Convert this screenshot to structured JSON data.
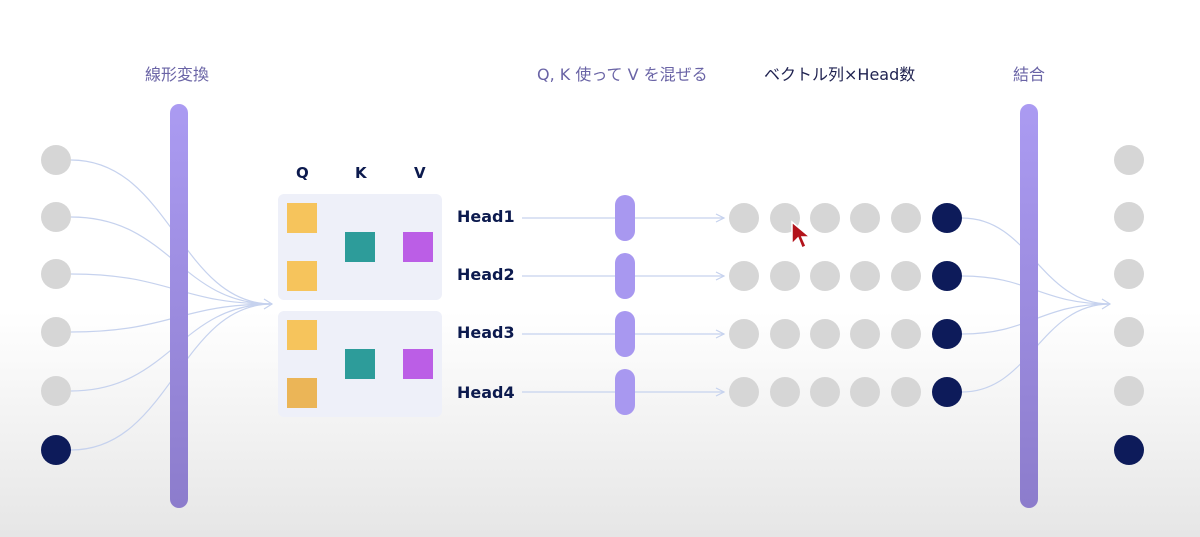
{
  "labels": {
    "linear": "線形変換",
    "mix": "Q, K 使って V を混ぜる",
    "vectors": "ベクトル列×Head数",
    "concat": "結合"
  },
  "qkv": {
    "q": "Q",
    "k": "K",
    "v": "V"
  },
  "heads": [
    "Head1",
    "Head2",
    "Head3",
    "Head4"
  ],
  "input_nodes": [
    "gray",
    "gray",
    "gray",
    "gray",
    "gray",
    "navy"
  ],
  "output_nodes": [
    "gray",
    "gray",
    "gray",
    "gray",
    "gray",
    "navy"
  ],
  "vector_row": [
    "gray",
    "gray",
    "gray",
    "gray",
    "gray",
    "navy"
  ],
  "colors": {
    "node_gray": "#d6d6d6",
    "node_navy": "#0d1b5a",
    "bar_purple": "#a898f0",
    "q_yellow": "#f6c45c",
    "k_teal": "#2d9c9a",
    "v_violet": "#bb5ee6",
    "edge_blue": "#c6d2ee"
  }
}
